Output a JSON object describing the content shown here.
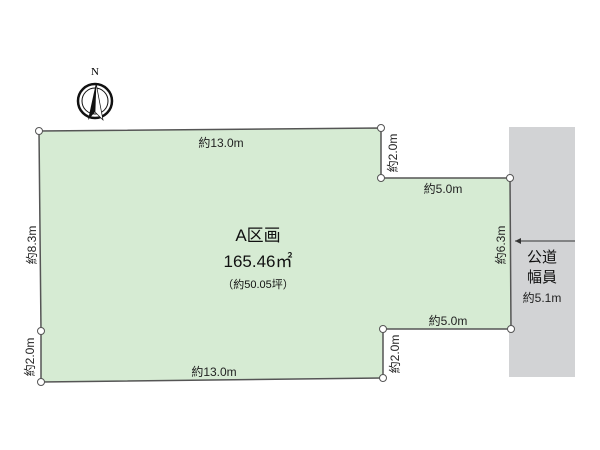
{
  "lot": {
    "name": "A区画",
    "area": "165.46㎡",
    "tsubo": "（約50.05坪）",
    "fill_color": "#d6ebd3"
  },
  "compass": {
    "label": "N"
  },
  "dimensions": {
    "top": "約13.0m",
    "bottom": "約13.0m",
    "left_upper": "約8.3m",
    "left_lower": "約2.0m",
    "notch_top_vertical": "約2.0m",
    "notch_top_horizontal": "約5.0m",
    "frontage": "約6.3m",
    "notch_bottom_horizontal": "約5.0m",
    "notch_bottom_vertical": "約2.0m"
  },
  "road": {
    "line1": "公道",
    "line2": "幅員",
    "width": "約5.1m",
    "color": "#d2d3d5"
  }
}
